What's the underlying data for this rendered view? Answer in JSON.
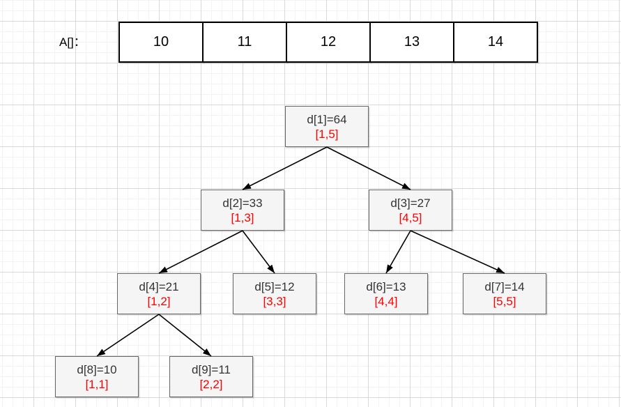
{
  "array": {
    "label": "A[]：",
    "values": [
      "10",
      "11",
      "12",
      "13",
      "14"
    ]
  },
  "tree": {
    "nodes": [
      {
        "id": "d1",
        "label": "d[1]=64",
        "range": "[1,5]"
      },
      {
        "id": "d2",
        "label": "d[2]=33",
        "range": "[1,3]"
      },
      {
        "id": "d3",
        "label": "d[3]=27",
        "range": "[4,5]"
      },
      {
        "id": "d4",
        "label": "d[4]=21",
        "range": "[1,2]"
      },
      {
        "id": "d5",
        "label": "d[5]=12",
        "range": "[3,3]"
      },
      {
        "id": "d6",
        "label": "d[6]=13",
        "range": "[4,4]"
      },
      {
        "id": "d7",
        "label": "d[7]=14",
        "range": "[5,5]"
      },
      {
        "id": "d8",
        "label": "d[8]=10",
        "range": "[1,1]"
      },
      {
        "id": "d9",
        "label": "d[9]=11",
        "range": "[2,2]"
      }
    ],
    "edges": [
      [
        "d1",
        "d2"
      ],
      [
        "d1",
        "d3"
      ],
      [
        "d2",
        "d4"
      ],
      [
        "d2",
        "d5"
      ],
      [
        "d3",
        "d6"
      ],
      [
        "d3",
        "d7"
      ],
      [
        "d4",
        "d8"
      ],
      [
        "d4",
        "d9"
      ]
    ]
  },
  "colors": {
    "node_fill": "#f5f5f5",
    "node_border": "#666666",
    "node_text": "#333333",
    "range_text": "#ff0000",
    "edge": "#000000",
    "array_border": "#000000",
    "grid_minor": "#f3f3f3",
    "grid_major": "#d9d9d9"
  }
}
